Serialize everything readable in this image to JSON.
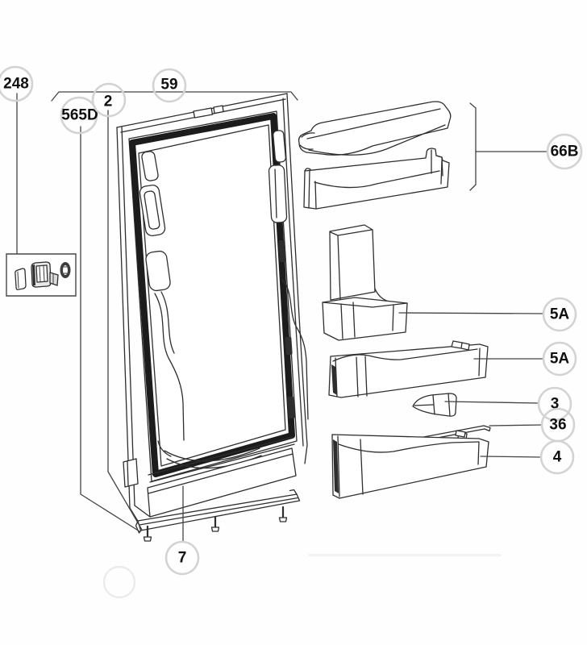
{
  "diagram": {
    "colors": {
      "background": "#fefefe",
      "line": "#2e2e2e",
      "gasket": "#1c1c1c",
      "leader": "#434343",
      "callout_circle": "#d3d3d3",
      "callout_text": "#101010"
    },
    "callouts": {
      "n248": {
        "label": "248"
      },
      "n565d": {
        "label": "565D"
      },
      "n2": {
        "label": "2"
      },
      "n59": {
        "label": "59"
      },
      "n66b": {
        "label": "66B"
      },
      "n5a_top": {
        "label": "5A"
      },
      "n5a_mid": {
        "label": "5A"
      },
      "n3": {
        "label": "3"
      },
      "n36": {
        "label": "36"
      },
      "n4": {
        "label": "4"
      },
      "n7": {
        "label": "7"
      }
    }
  }
}
